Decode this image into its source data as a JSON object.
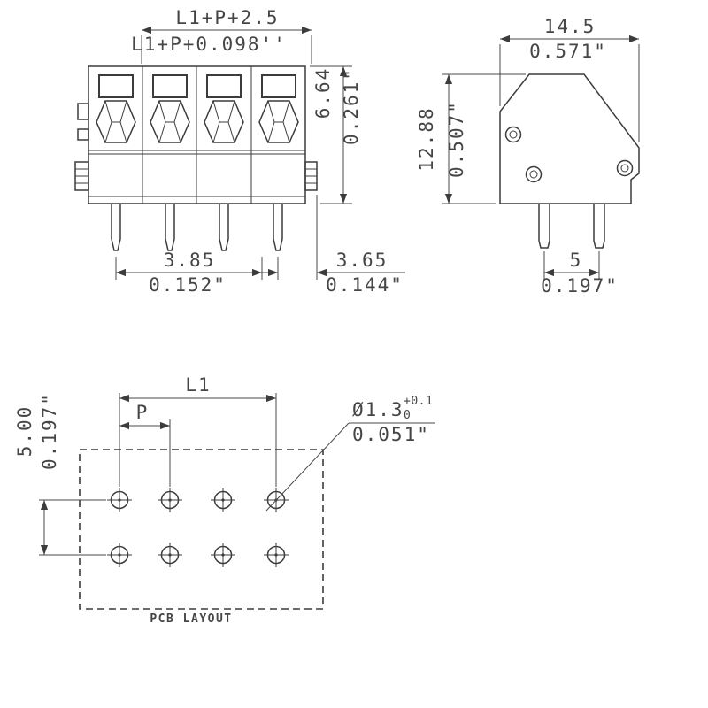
{
  "front_view": {
    "width_mm": "L1+P+2.5",
    "width_in": "L1+P+0.098''",
    "height_mm": "6.64",
    "height_in": "0.261\"",
    "pin_dim1_mm": "3.85",
    "pin_dim1_in": "0.152\"",
    "pin_dim2_mm": "3.65",
    "pin_dim2_in": "0.144\""
  },
  "side_view": {
    "width_mm": "14.5",
    "width_in": "0.571\"",
    "height_mm": "12.88",
    "height_in": "0.507\"",
    "pin_pitch_mm": "5",
    "pin_pitch_in": "0.197\""
  },
  "pcb_layout": {
    "label": "PCB LAYOUT",
    "l1": "L1",
    "p": "P",
    "row_pitch_mm": "5.00",
    "row_pitch_in": "0.197\"",
    "hole_diameter": "Ø1.3",
    "hole_tol_upper": "+0.1",
    "hole_tol_lower": "0",
    "hole_diameter_in": "0.051\""
  },
  "colors": {
    "line": "#3c3c3c",
    "text": "#454545"
  }
}
